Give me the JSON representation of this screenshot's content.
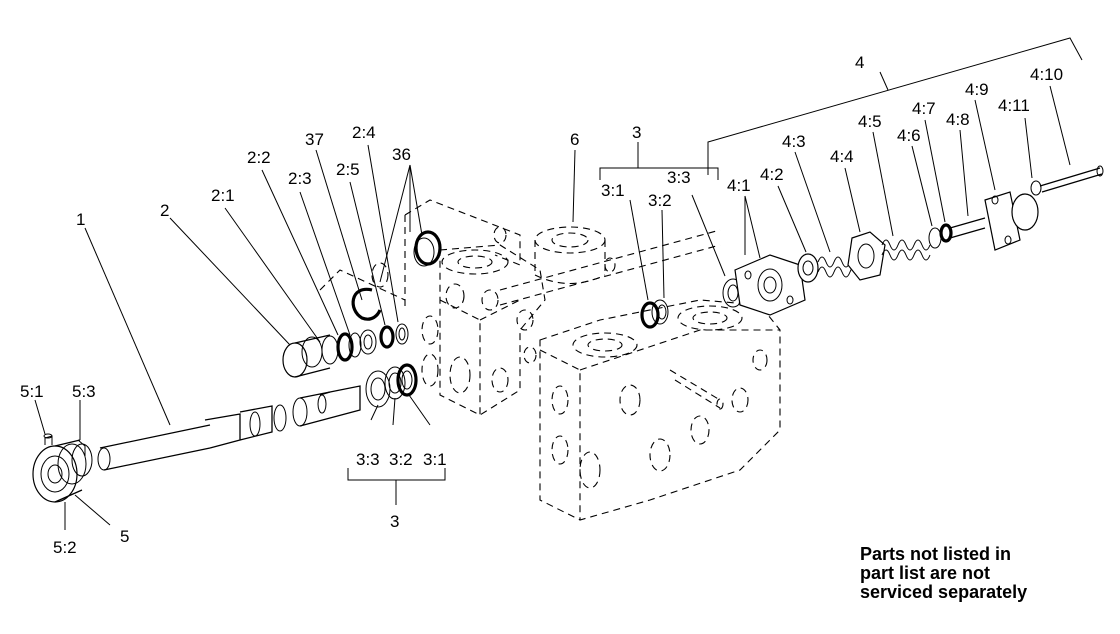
{
  "callouts": {
    "c1": "1",
    "c2": "2",
    "c2_1": "2:1",
    "c2_2": "2:2",
    "c2_3": "2:3",
    "c2_4": "2:4",
    "c2_5": "2:5",
    "c37": "37",
    "c36": "36",
    "c6": "6",
    "c3_top": "3",
    "c3_1_top": "3:1",
    "c3_2_top": "3:2",
    "c3_3_top": "3:3",
    "c3_bottom": "3",
    "c3_3_bottom": "3:3",
    "c3_2_bottom": "3:2",
    "c3_1_bottom": "3:1",
    "c4": "4",
    "c4_1": "4:1",
    "c4_2": "4:2",
    "c4_3": "4:3",
    "c4_4": "4:4",
    "c4_5": "4:5",
    "c4_6": "4:6",
    "c4_7": "4:7",
    "c4_8": "4:8",
    "c4_9": "4:9",
    "c4_10": "4:10",
    "c4_11": "4:11",
    "c5": "5",
    "c5_1": "5:1",
    "c5_2": "5:2",
    "c5_3": "5:3"
  },
  "note": {
    "line1": "Parts not listed in",
    "line2": "part list are not",
    "line3": "serviced separately"
  }
}
